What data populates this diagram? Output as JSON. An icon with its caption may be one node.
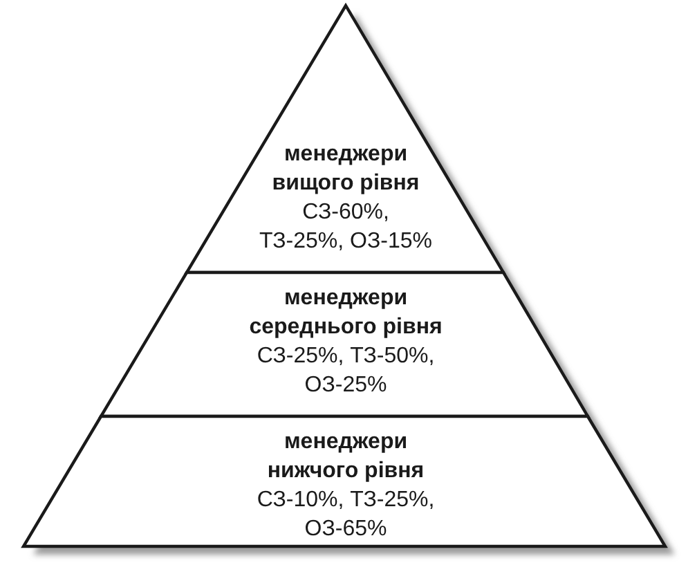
{
  "diagram": {
    "nodes": [
      {
        "text": [
          "менеджери вищого рівня",
          "СЗ-60%, ТЗ-25%, ОЗ-15%"
        ]
      },
      {
        "text": [
          "менеджери середнього рівня",
          "СЗ-25%, ТЗ-50%, ОЗ-25%"
        ]
      },
      {
        "text": [
          "**менеджери нижчого рівня** СЗ-10%, ТЗ-25%, ОЗ-65%"
        ]
      }
    ]
  }
}
